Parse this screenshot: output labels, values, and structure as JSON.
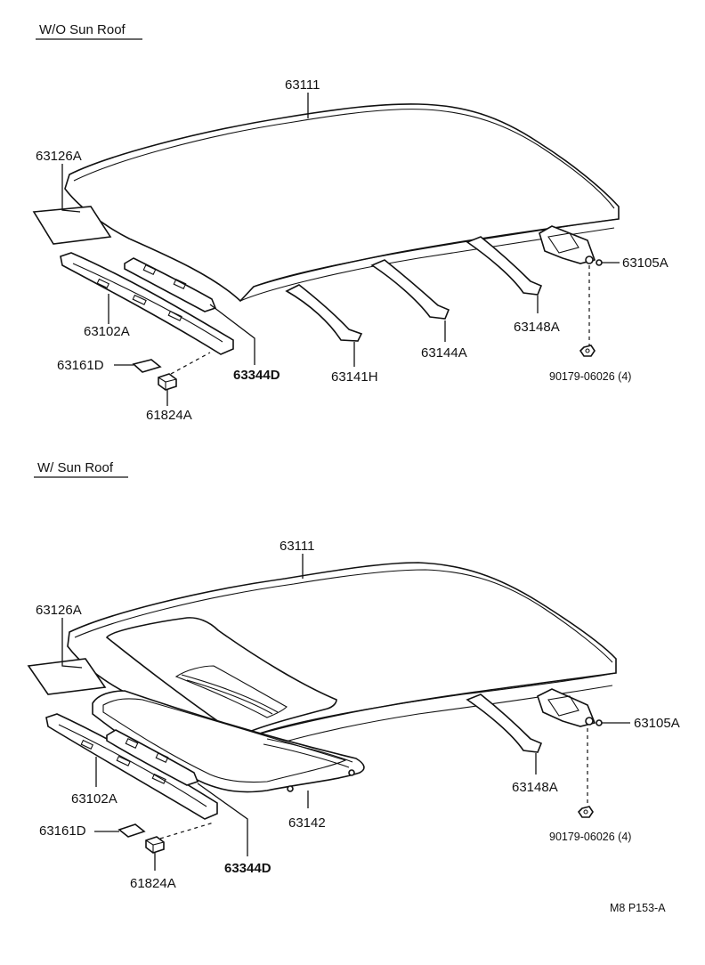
{
  "sections": {
    "top": "W/O Sun Roof",
    "bottom": "W/ Sun Roof"
  },
  "top_labels": {
    "roof_panel": "63111",
    "silencer_pad": "63126A",
    "header_panel": "63102A",
    "header_reinf": "63344D",
    "clip_pad": "63161D",
    "cushion": "61824A",
    "bow_front": "63141H",
    "bow_mid": "63144A",
    "bow_rear": "63148A",
    "bracket": "63105A",
    "nut": "90179-06026 (4)"
  },
  "bottom_labels": {
    "roof_panel": "63111",
    "silencer_pad": "63126A",
    "header_panel": "63102A",
    "header_reinf": "63344D",
    "clip_pad": "63161D",
    "cushion": "61824A",
    "sunroof_reinf": "63142",
    "bow_rear": "63148A",
    "bracket": "63105A",
    "nut": "90179-06026 (4)"
  },
  "footer": "M8  P153-A"
}
